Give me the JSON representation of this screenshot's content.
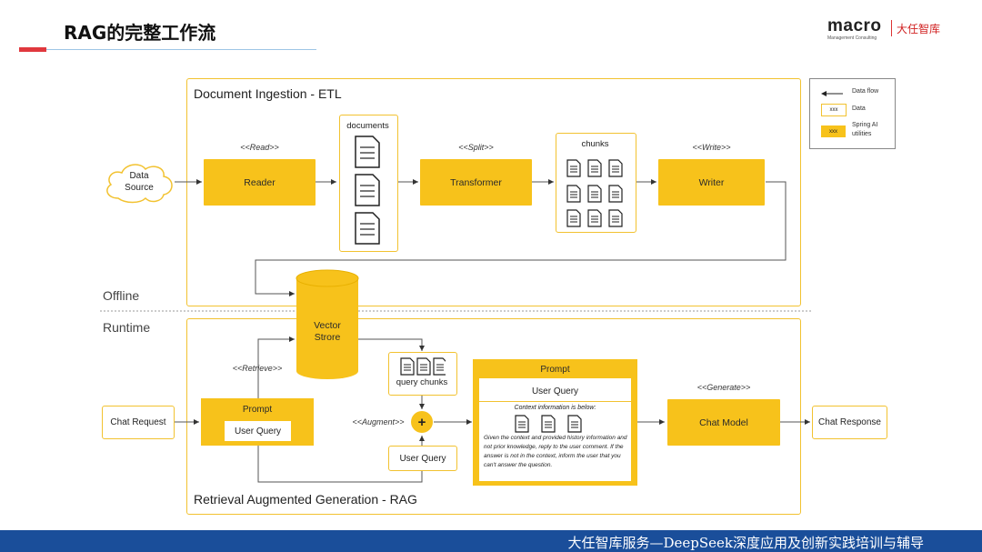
{
  "slide": {
    "title": "RAG的完整工作流"
  },
  "logo": {
    "brand": "macro",
    "tagline": "Management Consulting",
    "cn": "大任智库"
  },
  "legend": {
    "data_flow": "Data flow",
    "data_swatch": "xxx",
    "data": "Data",
    "spring_swatch": "xxx",
    "spring_line1": "Spring AI",
    "spring_line2": "utilities"
  },
  "etl": {
    "title": "Document Ingestion - ETL",
    "data_source_line1": "Data",
    "data_source_line2": "Source",
    "read_label": "<<Read>>",
    "reader": "Reader",
    "documents_label": "documents",
    "split_label": "<<Split>>",
    "transformer": "Transformer",
    "chunks_label": "chunks",
    "write_label": "<<Write>>",
    "writer": "Writer"
  },
  "divider": {
    "offline": "Offline",
    "runtime": "Runtime"
  },
  "vector_store": {
    "line1": "Vector",
    "line2": "Strore"
  },
  "rag": {
    "title": "Retrieval Augmented Generation - RAG",
    "chat_request": "Chat Request",
    "prompt_header": "Prompt",
    "user_query": "User Query",
    "retrieve_label": "<<Retrieve>>",
    "query_chunks": "query chunks",
    "augment_label": "<<Augment>>",
    "plus": "+",
    "user_query_2": "User Query",
    "prompt2_header": "Prompt",
    "prompt2_user_query": "User Query",
    "context_info": "Context information is below:",
    "instructions": "Given the context and provided history information and not prior knowledge, reply to the user comment. If the answer is not in the context, inform the user that you can't answer the question.",
    "generate_label": "<<Generate>>",
    "chat_model": "Chat Model",
    "chat_response": "Chat Response"
  },
  "footer": {
    "text": "大任智库服务—DeepSeek深度应用及创新实践培训与辅导"
  },
  "colors": {
    "accent_yellow": "#f7c21b",
    "panel_border": "#f2c230",
    "footer_blue": "#1a4e9a",
    "title_red": "#e0383e"
  }
}
